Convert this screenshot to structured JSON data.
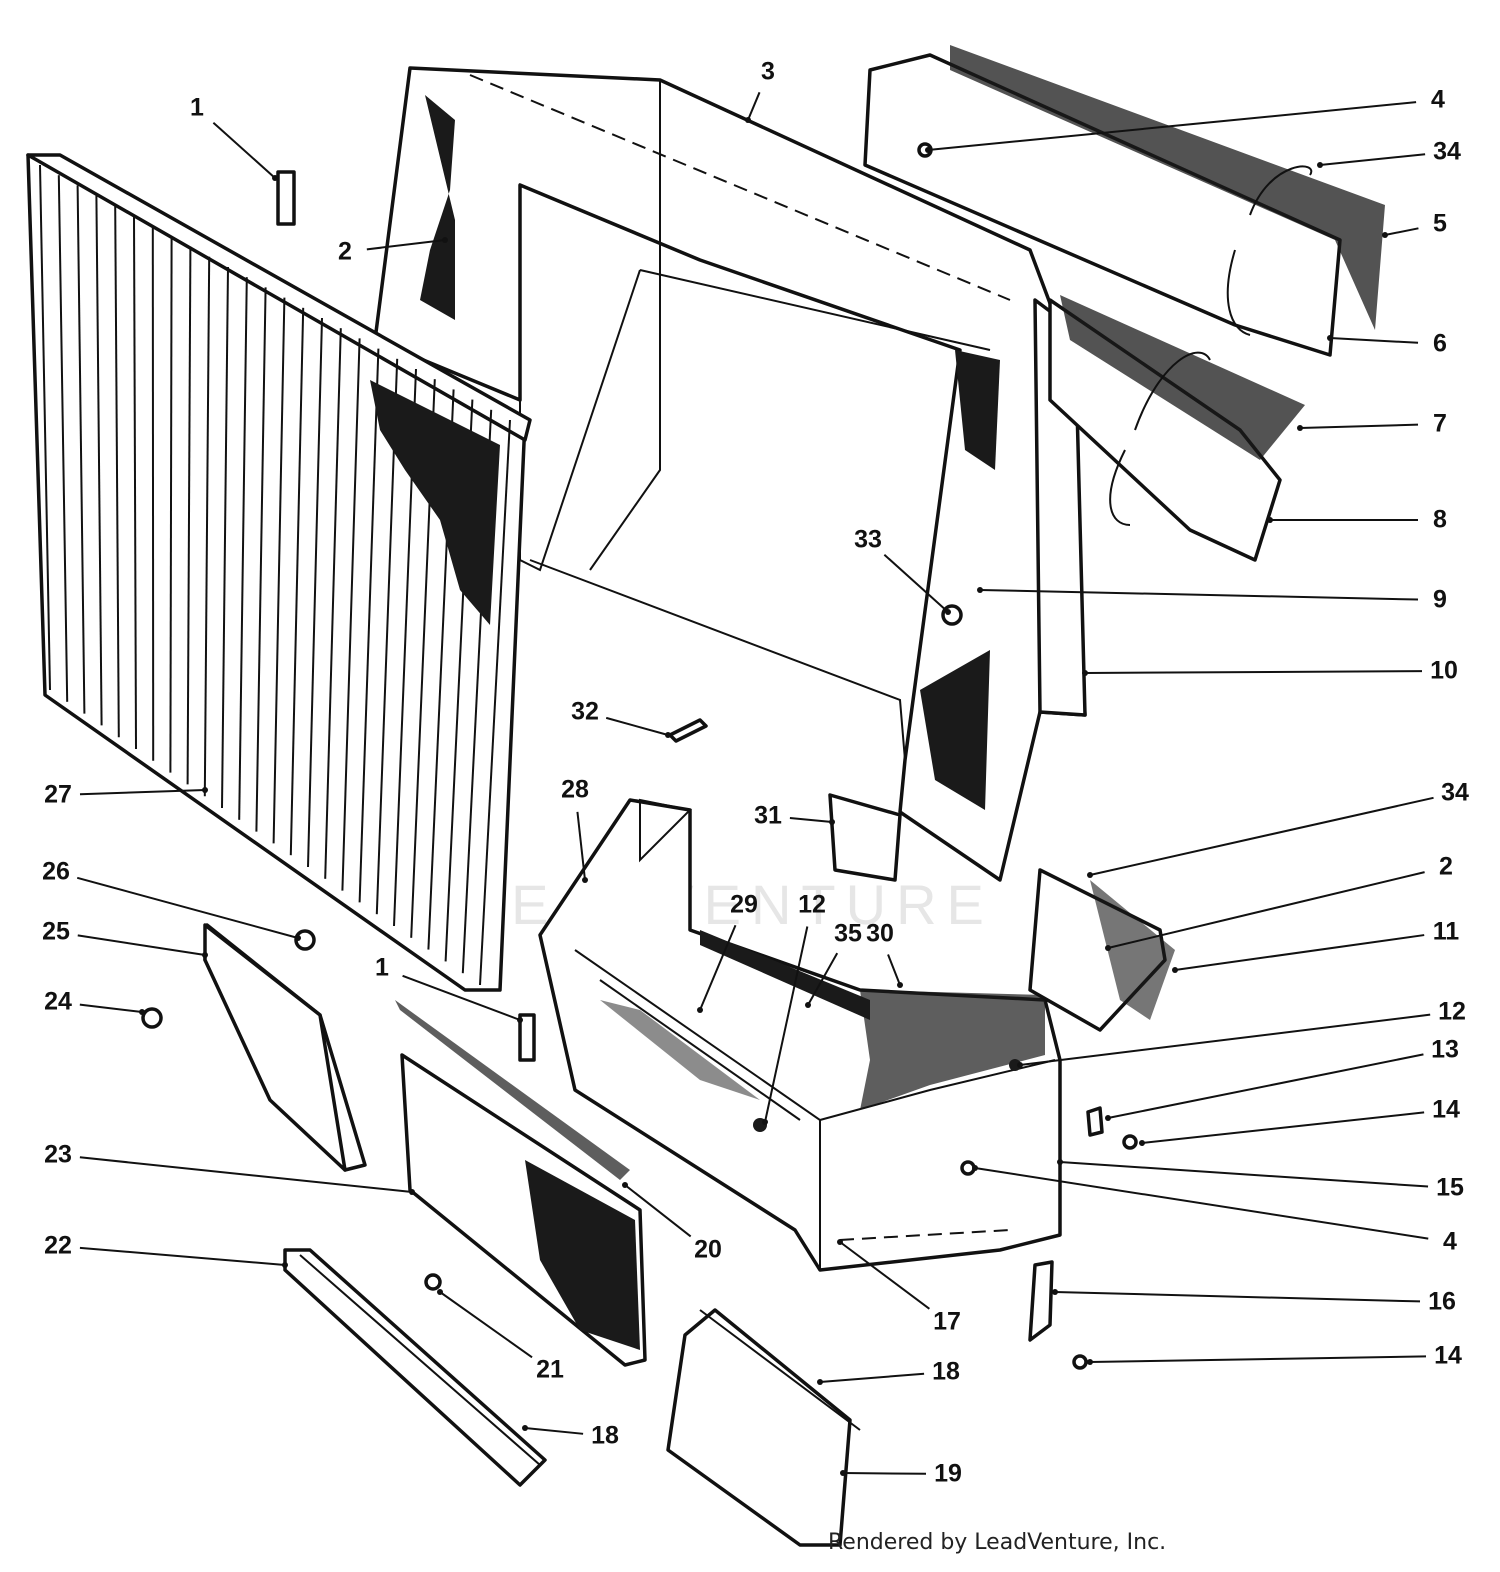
{
  "credit": "Rendered by LeadVenture, Inc.",
  "watermark": "LEADVENTURE",
  "callouts": [
    {
      "id": "c1a",
      "label": "1"
    },
    {
      "id": "c2a",
      "label": "2"
    },
    {
      "id": "c3",
      "label": "3"
    },
    {
      "id": "c4a",
      "label": "4"
    },
    {
      "id": "c34a",
      "label": "34"
    },
    {
      "id": "c5",
      "label": "5"
    },
    {
      "id": "c6",
      "label": "6"
    },
    {
      "id": "c7",
      "label": "7"
    },
    {
      "id": "c8",
      "label": "8"
    },
    {
      "id": "c33",
      "label": "33"
    },
    {
      "id": "c9",
      "label": "9"
    },
    {
      "id": "c10",
      "label": "10"
    },
    {
      "id": "c32",
      "label": "32"
    },
    {
      "id": "c27",
      "label": "27"
    },
    {
      "id": "c28",
      "label": "28"
    },
    {
      "id": "c31",
      "label": "31"
    },
    {
      "id": "c34b",
      "label": "34"
    },
    {
      "id": "c2b",
      "label": "2"
    },
    {
      "id": "c26",
      "label": "26"
    },
    {
      "id": "c29",
      "label": "29"
    },
    {
      "id": "c12a",
      "label": "12"
    },
    {
      "id": "c35",
      "label": "35"
    },
    {
      "id": "c30",
      "label": "30"
    },
    {
      "id": "c11",
      "label": "11"
    },
    {
      "id": "c25",
      "label": "25"
    },
    {
      "id": "c1b",
      "label": "1"
    },
    {
      "id": "c24",
      "label": "24"
    },
    {
      "id": "c12b",
      "label": "12"
    },
    {
      "id": "c13",
      "label": "13"
    },
    {
      "id": "c14a",
      "label": "14"
    },
    {
      "id": "c23",
      "label": "23"
    },
    {
      "id": "c15",
      "label": "15"
    },
    {
      "id": "c4b",
      "label": "4"
    },
    {
      "id": "c20",
      "label": "20"
    },
    {
      "id": "c22",
      "label": "22"
    },
    {
      "id": "c16",
      "label": "16"
    },
    {
      "id": "c17",
      "label": "17"
    },
    {
      "id": "c14b",
      "label": "14"
    },
    {
      "id": "c21",
      "label": "21"
    },
    {
      "id": "c18a",
      "label": "18"
    },
    {
      "id": "c18b",
      "label": "18"
    },
    {
      "id": "c19",
      "label": "19"
    }
  ]
}
